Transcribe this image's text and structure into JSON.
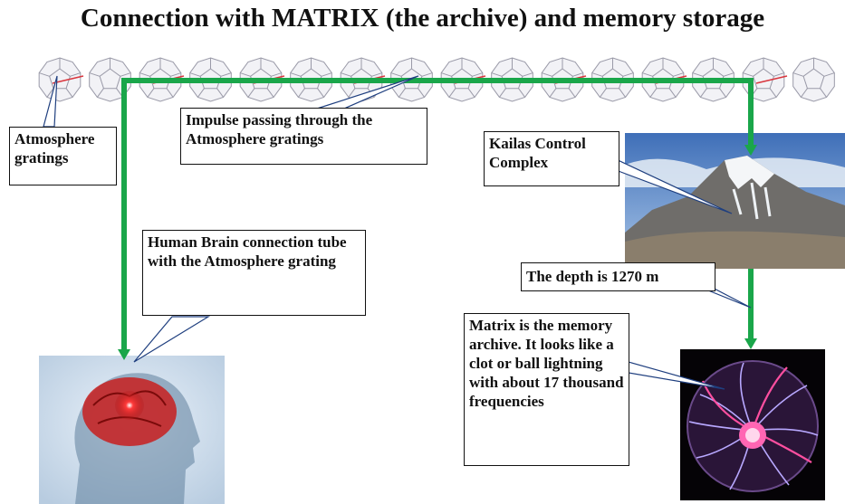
{
  "title": "Connection with MATRIX (the archive) and memory storage",
  "callouts": {
    "atmosphere_gratings": "Atmosphere gratings",
    "impulse": "Impulse passing through the Atmosphere gratings",
    "kailas": "Kailas Control Complex",
    "brain_tube": "Human Brain connection tube with the Atmosphere grating",
    "depth": "The depth is 1270 m",
    "matrix": "Matrix is the memory archive. It looks like a clot or ball lightning with about 17 thousand frequencies"
  },
  "images": {
    "grating": "dodecahedron-lattice",
    "mountain": "mount-kailas-photo",
    "brain": "human-head-brain-glow",
    "plasma": "plasma-ball"
  },
  "colors": {
    "connector": "#1aa64a",
    "grating_line": "#9a9aa8",
    "grating_accent": "#d9363e"
  }
}
